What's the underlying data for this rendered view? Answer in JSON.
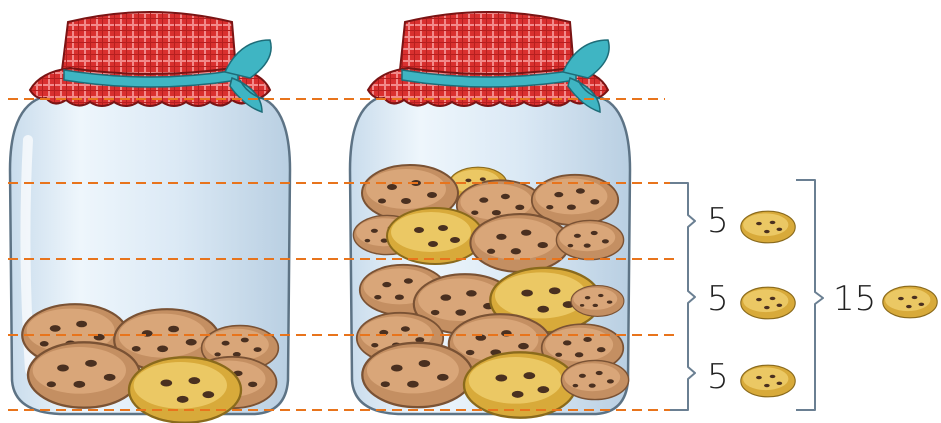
{
  "groups": [
    {
      "count_label": "5"
    },
    {
      "count_label": "5"
    },
    {
      "count_label": "5"
    }
  ],
  "total": {
    "count_label": "15"
  },
  "colors": {
    "dash_line": "#e8741c",
    "bracket": "#6a7f92",
    "lid_red": "#d9302f",
    "ribbon": "#3fb5c3",
    "jar_glass": "#dcebf6",
    "cookie_brown": "#cc9a6e",
    "cookie_gold": "#e2b94c",
    "cookie_chip": "#4a3020"
  },
  "icons": {
    "lid": "checkered-cloth-lid-icon",
    "cookie": "cookie-icon",
    "jar": "glass-jar-icon"
  }
}
